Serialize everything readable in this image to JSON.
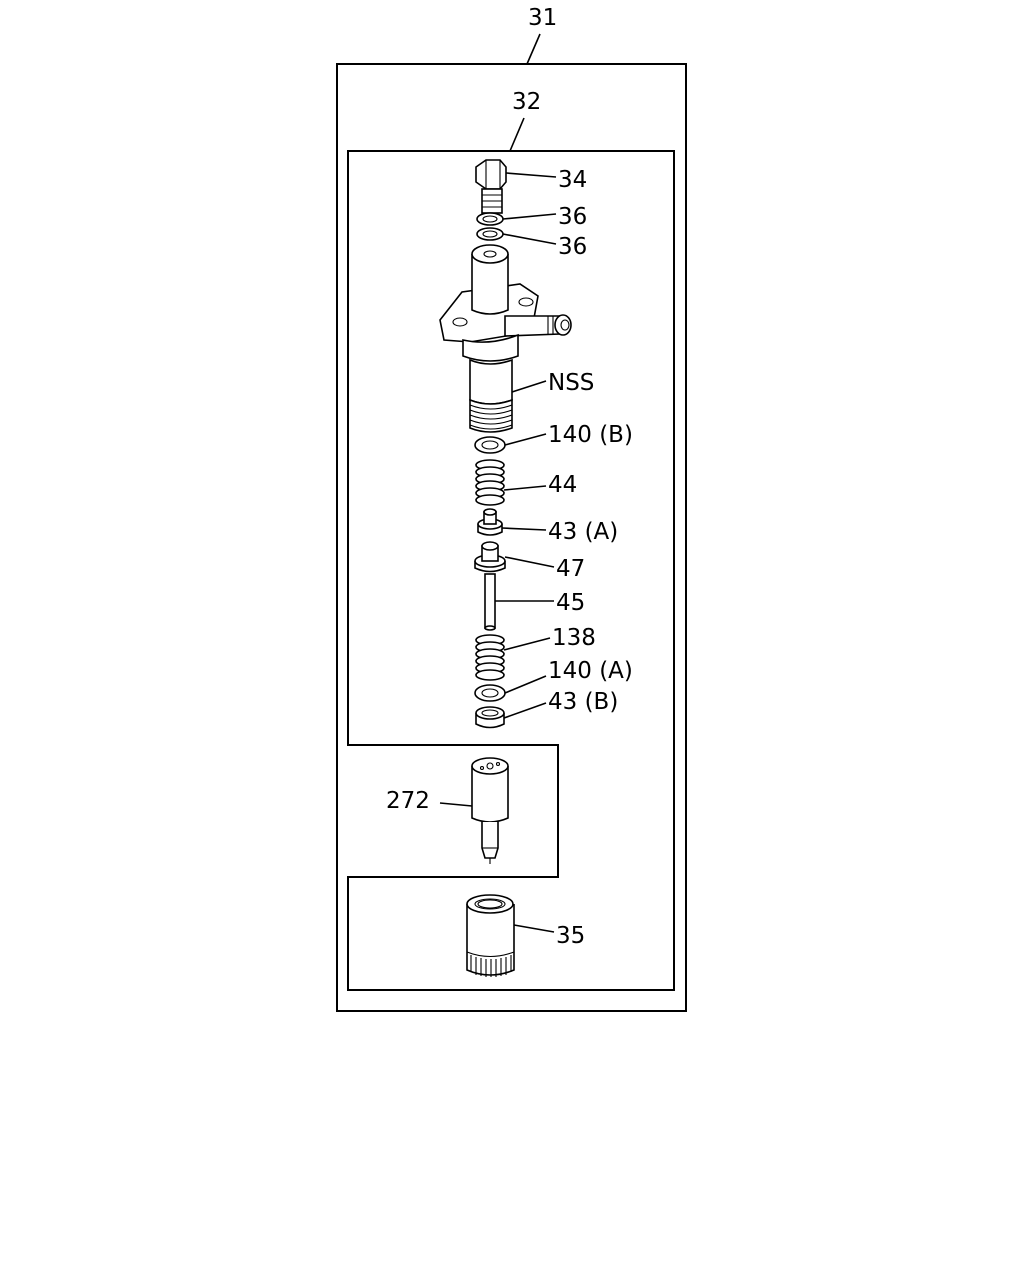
{
  "labels": {
    "assembly_outer": "31",
    "assembly_inner": "32",
    "bolt": "34",
    "washer_upper": "36",
    "washer_lower": "36",
    "holder_body": "NSS",
    "shim_b": "140 (B)",
    "spring_upper": "44",
    "seat_a": "43 (A)",
    "piece_47": "47",
    "push_rod": "45",
    "spring_lower": "138",
    "shim_a": "140 (A)",
    "seat_b": "43 (B)",
    "nozzle": "272",
    "retaining_nut": "35"
  }
}
